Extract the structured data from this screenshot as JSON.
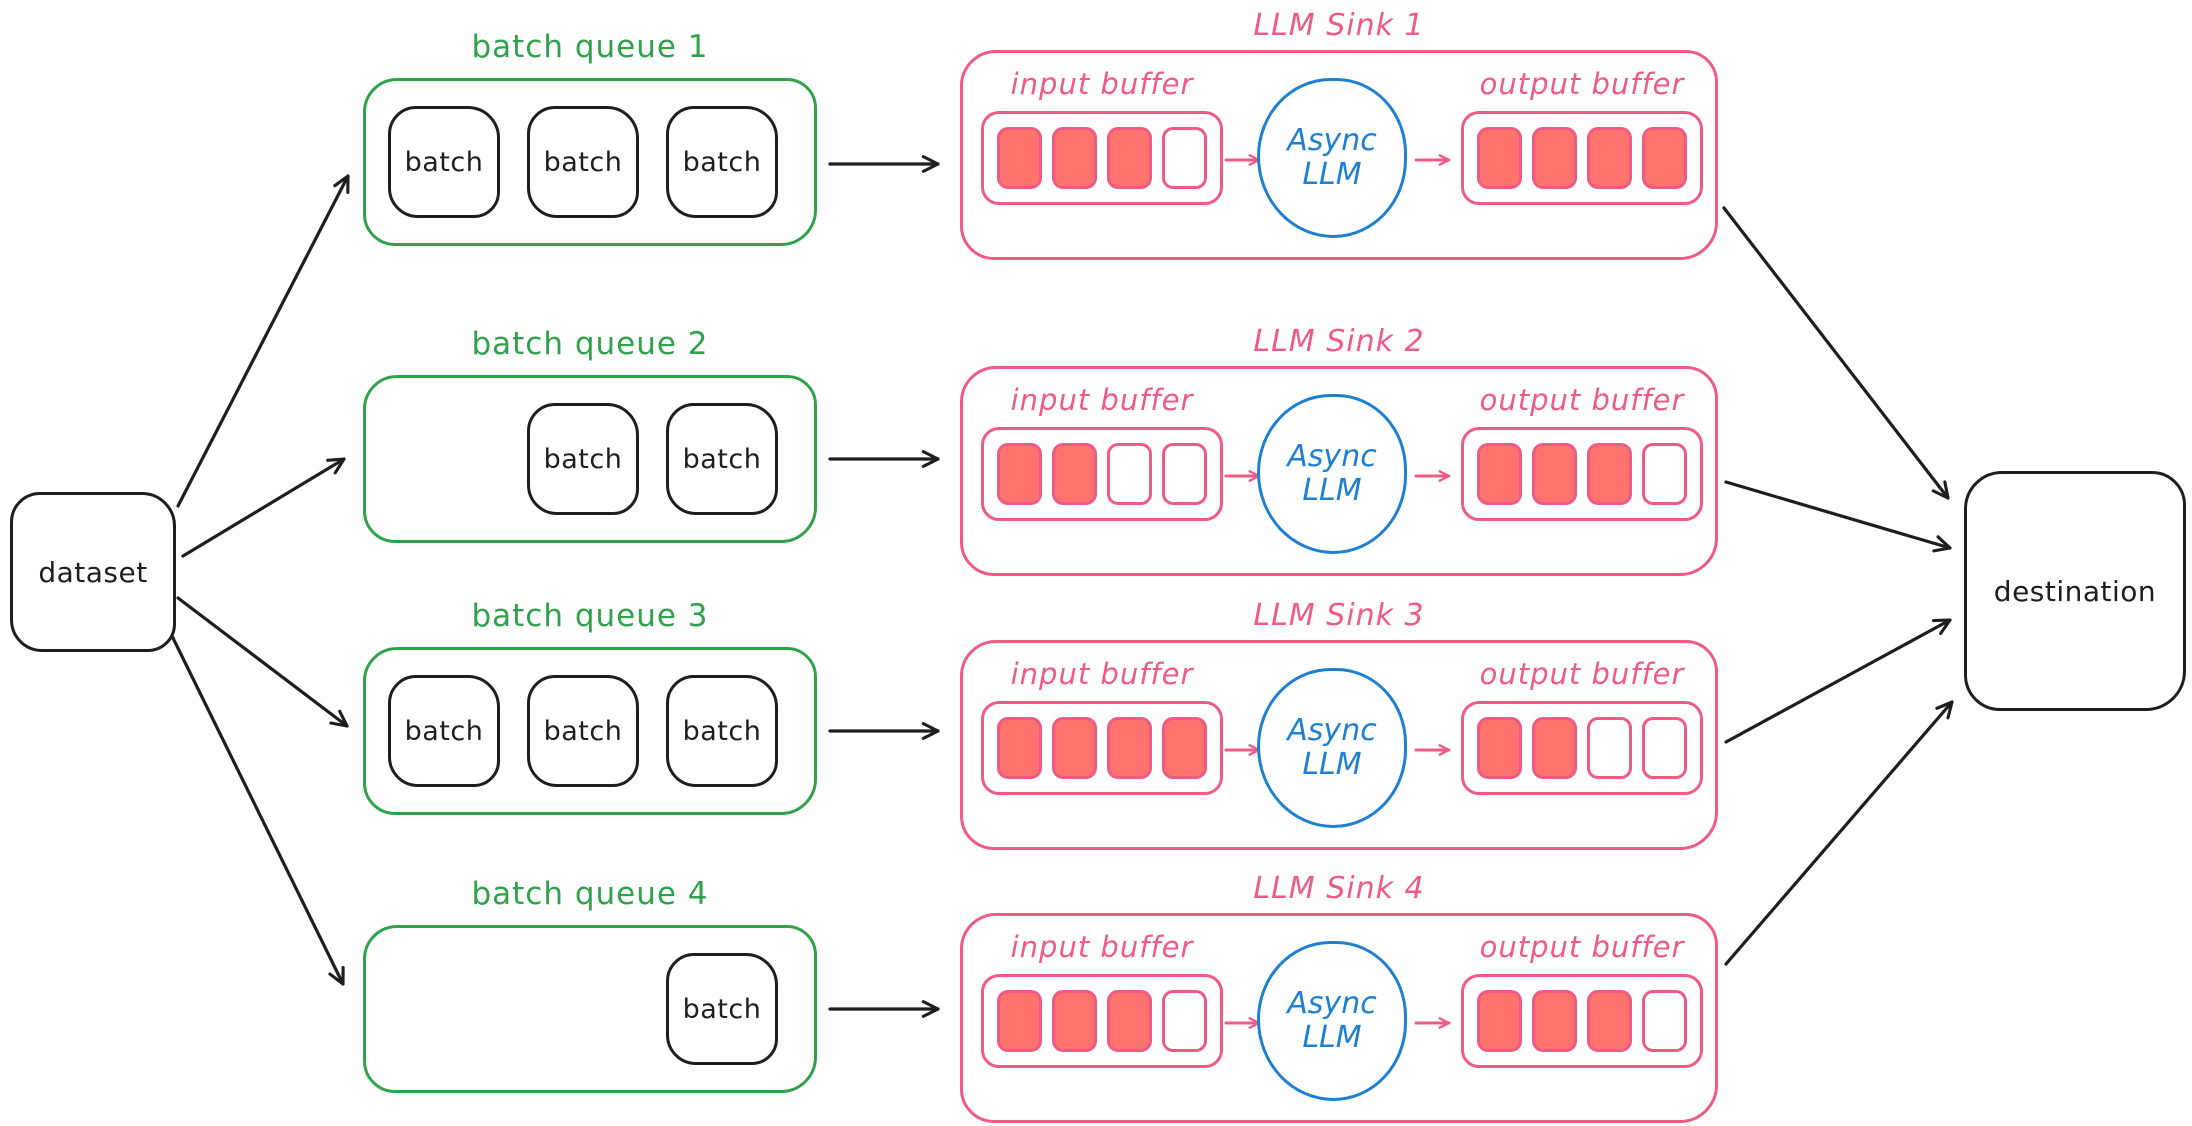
{
  "diagram": {
    "dataset": {
      "label": "dataset"
    },
    "destination": {
      "label": "destination"
    },
    "queues": [
      {
        "title": "batch queue 1",
        "batches": [
          "batch",
          "batch",
          "batch"
        ]
      },
      {
        "title": "batch queue 2",
        "batches": [
          "batch",
          "batch"
        ]
      },
      {
        "title": "batch queue 3",
        "batches": [
          "batch",
          "batch",
          "batch"
        ]
      },
      {
        "title": "batch queue 4",
        "batches": [
          "batch"
        ]
      }
    ],
    "sinks": [
      {
        "title": "LLM Sink 1",
        "input_buffer": {
          "label": "input buffer",
          "cells": [
            1,
            1,
            1,
            0
          ]
        },
        "llm": {
          "line1": "Async",
          "line2": "LLM"
        },
        "output_buffer": {
          "label": "output buffer",
          "cells": [
            1,
            1,
            1,
            1
          ]
        }
      },
      {
        "title": "LLM Sink 2",
        "input_buffer": {
          "label": "input buffer",
          "cells": [
            1,
            1,
            0,
            0
          ]
        },
        "llm": {
          "line1": "Async",
          "line2": "LLM"
        },
        "output_buffer": {
          "label": "output buffer",
          "cells": [
            1,
            1,
            1,
            0
          ]
        }
      },
      {
        "title": "LLM Sink 3",
        "input_buffer": {
          "label": "input buffer",
          "cells": [
            1,
            1,
            1,
            1
          ]
        },
        "llm": {
          "line1": "Async",
          "line2": "LLM"
        },
        "output_buffer": {
          "label": "output buffer",
          "cells": [
            1,
            1,
            0,
            0
          ]
        }
      },
      {
        "title": "LLM Sink 4",
        "input_buffer": {
          "label": "input buffer",
          "cells": [
            1,
            1,
            1,
            0
          ]
        },
        "llm": {
          "line1": "Async",
          "line2": "LLM"
        },
        "output_buffer": {
          "label": "output buffer",
          "cells": [
            1,
            1,
            1,
            0
          ]
        }
      }
    ],
    "colors": {
      "queue_green": "#31a24c",
      "sink_pink": "#ef5b84",
      "cell_fill": "#ff736e",
      "llm_blue": "#1f7fd1",
      "ink": "#1e1e1e"
    }
  }
}
